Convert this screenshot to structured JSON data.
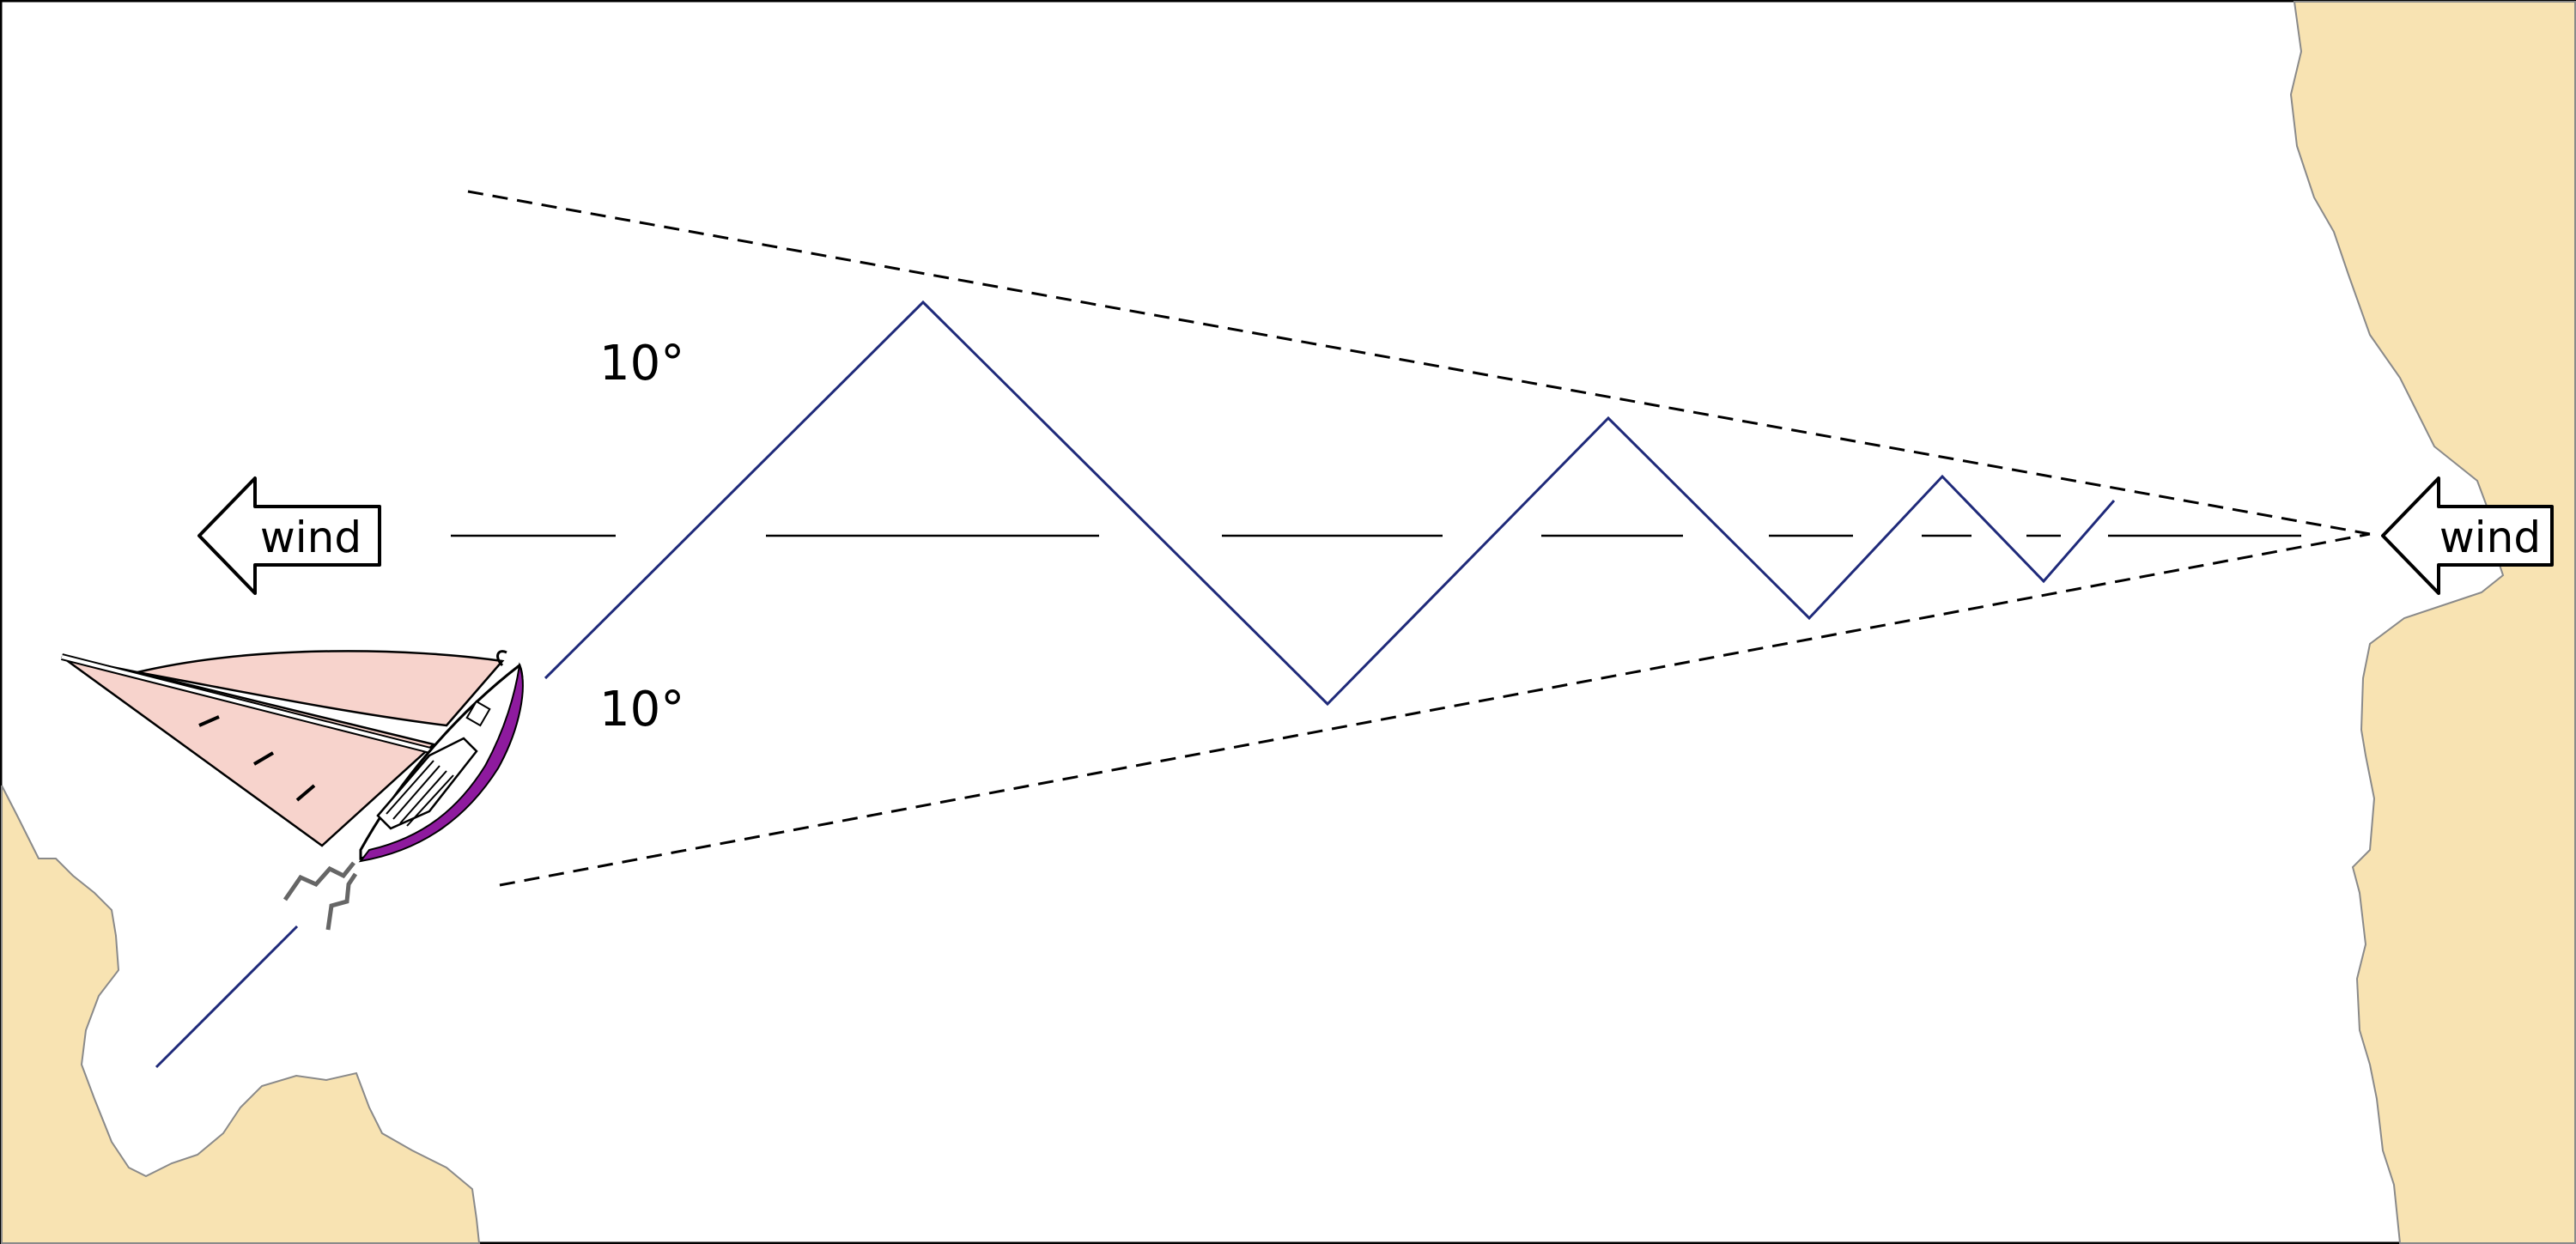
{
  "labels": {
    "wind_left": "wind",
    "wind_right": "wind",
    "angle_top": "10°",
    "angle_bottom": "10°"
  },
  "colors": {
    "land": "#f8e3b2",
    "land_outline": "#8a8a8a",
    "course_line": "#1f2a7a",
    "sail": "#f7d3cc",
    "hull_accent": "#8e1a9e",
    "frame": "#000000"
  },
  "icons": {
    "wind_arrow_left": "left-arrow-icon",
    "wind_arrow_right": "left-arrow-icon",
    "boat": "sailboat-icon"
  }
}
